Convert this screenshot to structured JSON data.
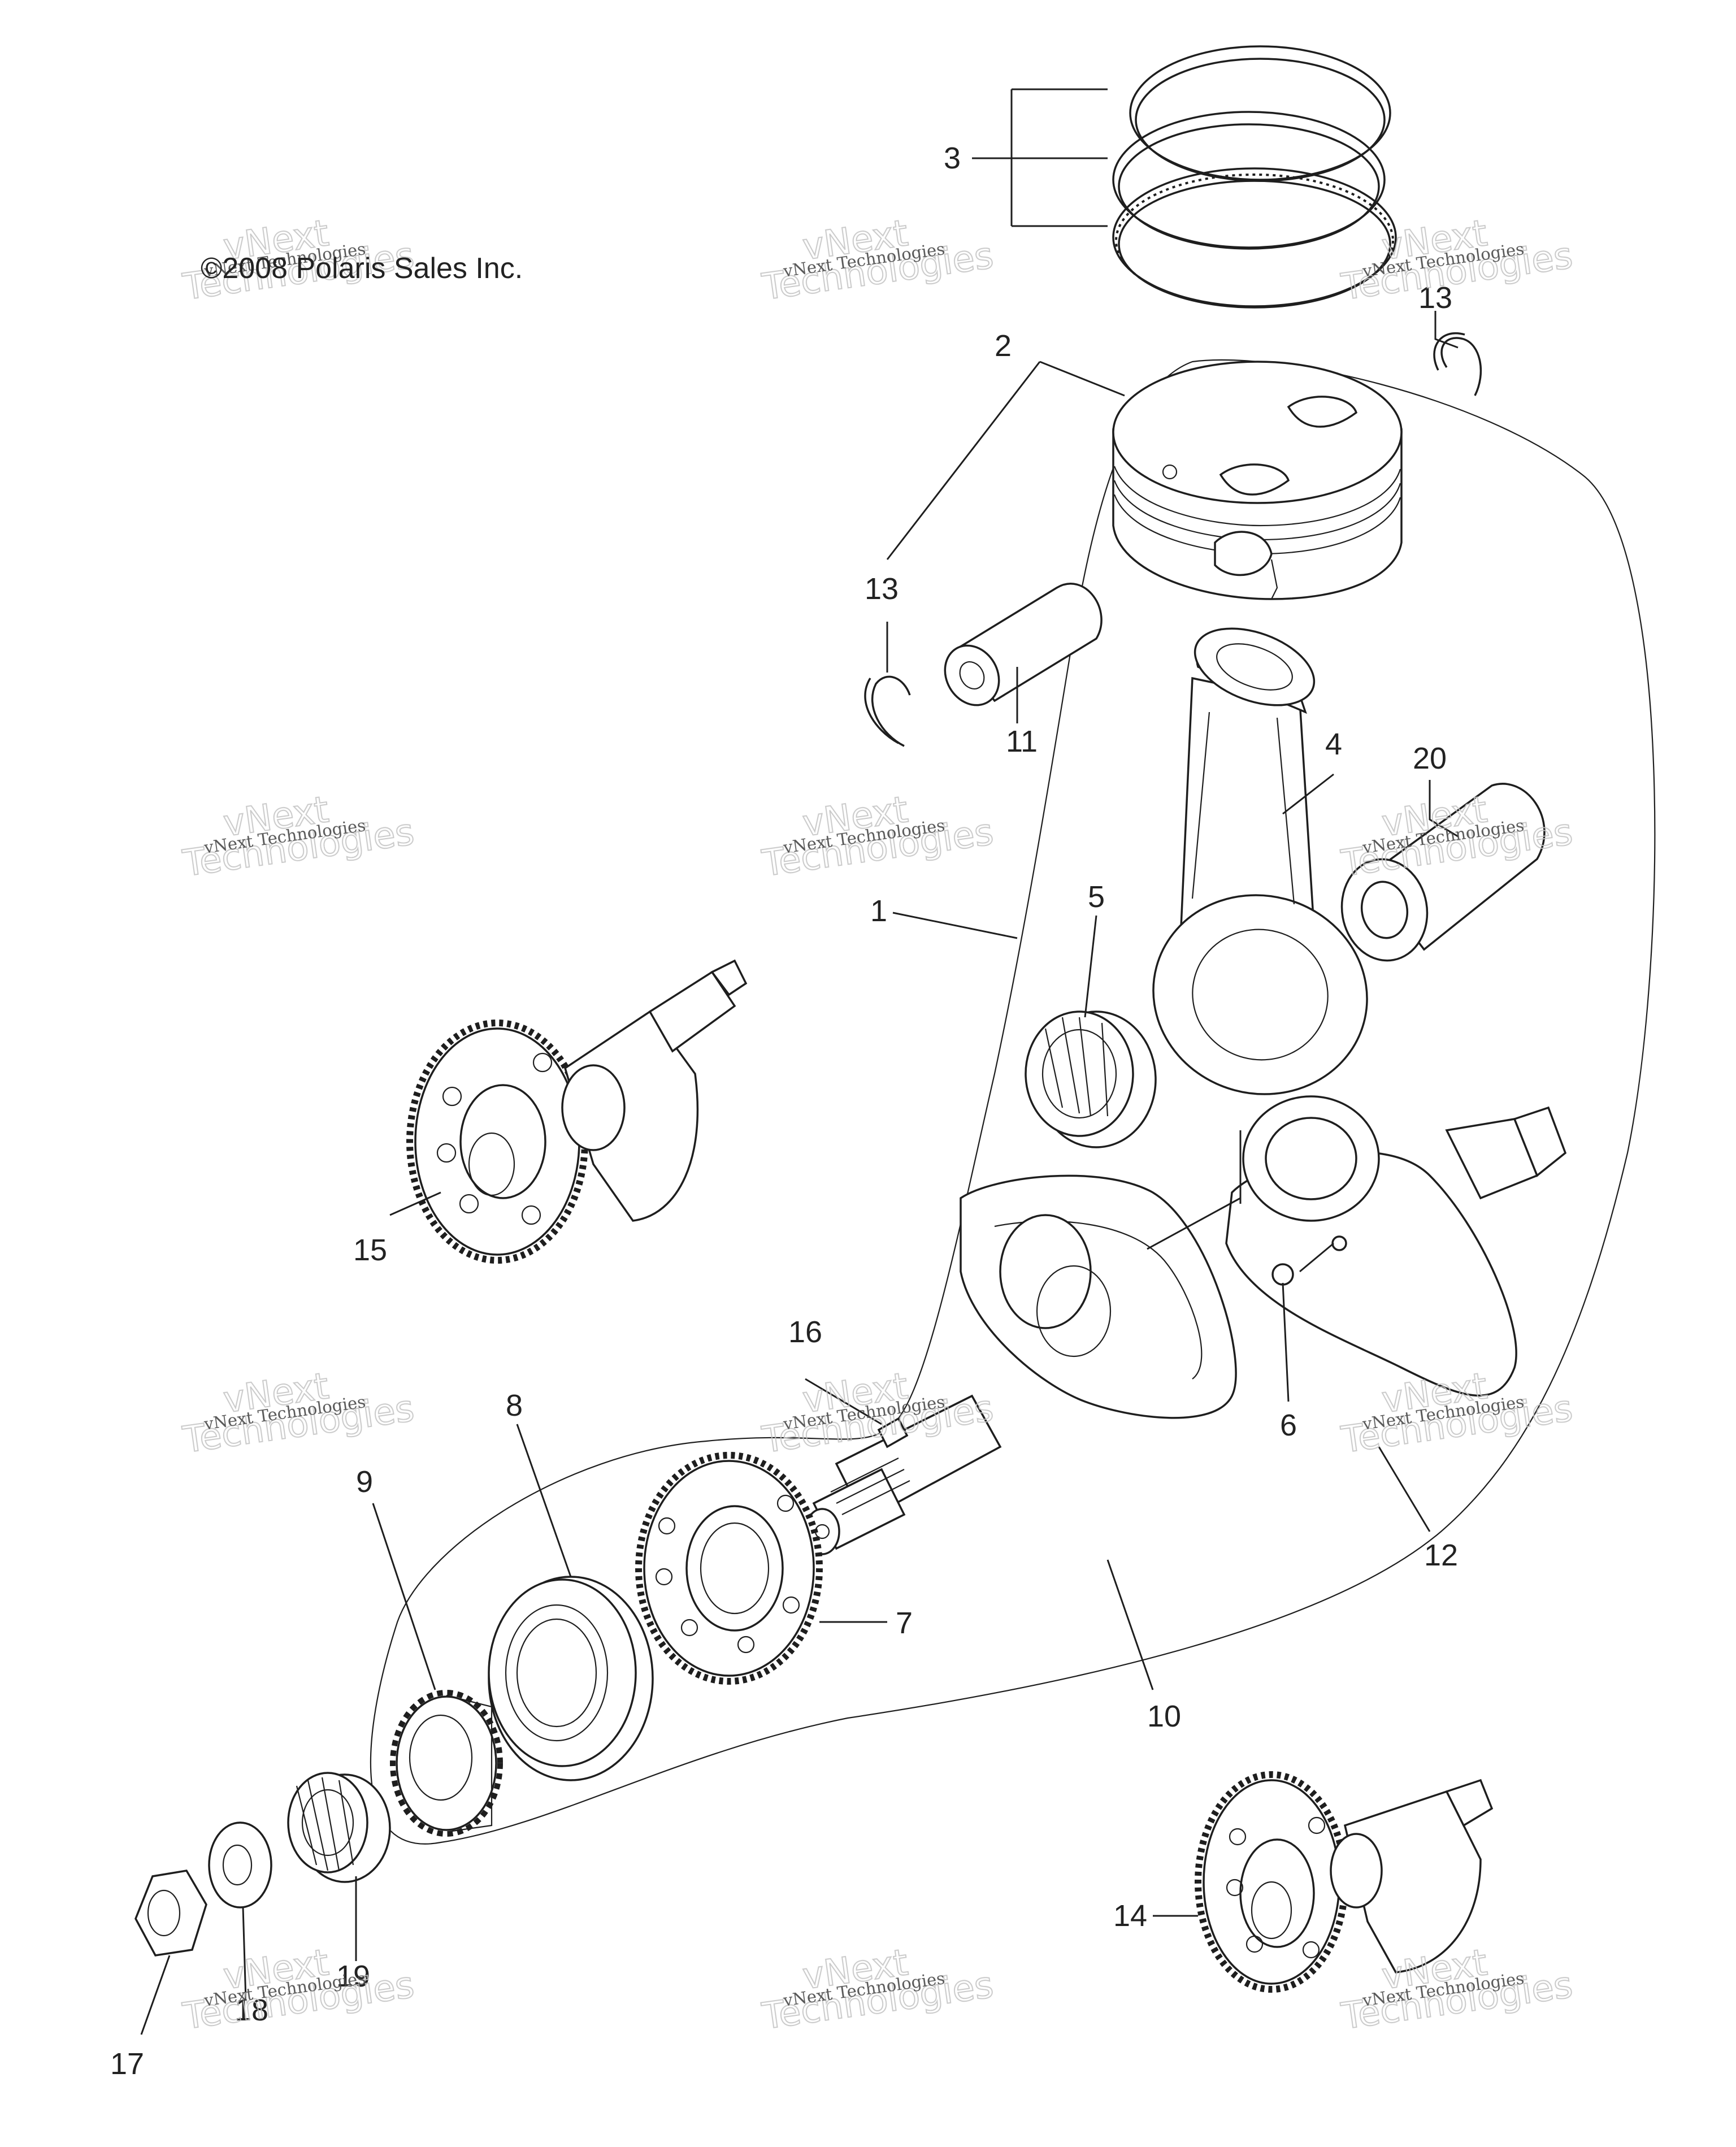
{
  "copyright": "©2008 Polaris Sales Inc.",
  "watermark": {
    "brand": "vNext",
    "line1": "vNext Technologies",
    "line2": "Technologies"
  },
  "callouts": {
    "c1": "1",
    "c2": "2",
    "c3": "3",
    "c4": "4",
    "c5": "5",
    "c6": "6",
    "c7": "7",
    "c8": "8",
    "c9": "9",
    "c10": "10",
    "c11": "11",
    "c12": "12",
    "c13a": "13",
    "c13b": "13",
    "c14": "14",
    "c15": "15",
    "c16": "16",
    "c17": "17",
    "c18": "18",
    "c19": "19",
    "c20": "20"
  }
}
